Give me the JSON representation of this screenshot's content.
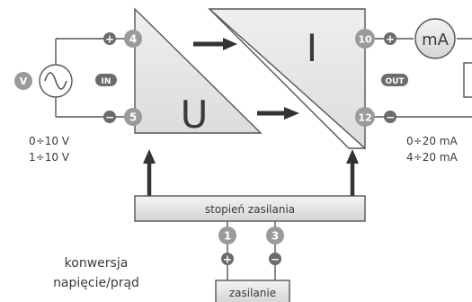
{
  "blocks": {
    "input_converter_label": "U",
    "output_converter_label": "I",
    "power_stage_label": "stopień zasilania",
    "power_supply_label": "zasilanie"
  },
  "input": {
    "source_badge": "V",
    "port_label": "IN",
    "terminal_plus": "4",
    "terminal_minus": "5",
    "range_1": "0÷10 V",
    "range_2": "1÷10 V"
  },
  "output": {
    "meter_label": "mA",
    "port_label": "OUT",
    "terminal_plus": "10",
    "terminal_minus": "12",
    "range_1": "0÷20 mA",
    "range_2": "4÷20 mA"
  },
  "supply": {
    "terminal_plus": "1",
    "terminal_minus": "3"
  },
  "caption": {
    "line_1": "konwersja",
    "line_2": "napięcie/prąd"
  },
  "signs": {
    "plus": "+",
    "minus": "−"
  },
  "colors": {
    "block_fill": "#e6e6e6",
    "block_stroke": "#555555",
    "terminal_fill": "#9a9a9a",
    "sign_fill": "#6b6b6b",
    "arrow": "#333333",
    "wire": "#555555"
  }
}
